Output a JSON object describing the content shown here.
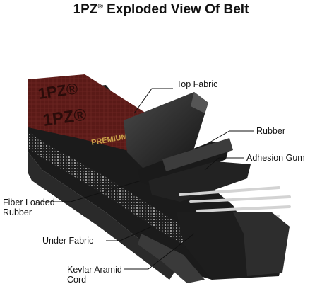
{
  "title": {
    "brand": "1PZ",
    "reg": "®",
    "rest": "Exploded View Of Belt"
  },
  "belt_print": {
    "brand_text": "1PZ®",
    "product_text": "PREMIUM"
  },
  "labels": {
    "top_fabric": "Top Fabric",
    "rubber": "Rubber",
    "adhesion_gum": "Adhesion Gum",
    "fiber_loaded_rubber_line1": "Fiber Loaded",
    "fiber_loaded_rubber_line2": "Rubber",
    "under_fabric": "Under Fabric",
    "kevlar_line1": "Kevlar Aramid",
    "kevlar_line2": "Cord"
  },
  "colors": {
    "top_fabric": "#5a1a17",
    "belt_black": "#1c1c1c",
    "rubber_layer": "#3a3a3a",
    "cord": "#d0d0d0",
    "print_gold": "#c9a24a"
  }
}
